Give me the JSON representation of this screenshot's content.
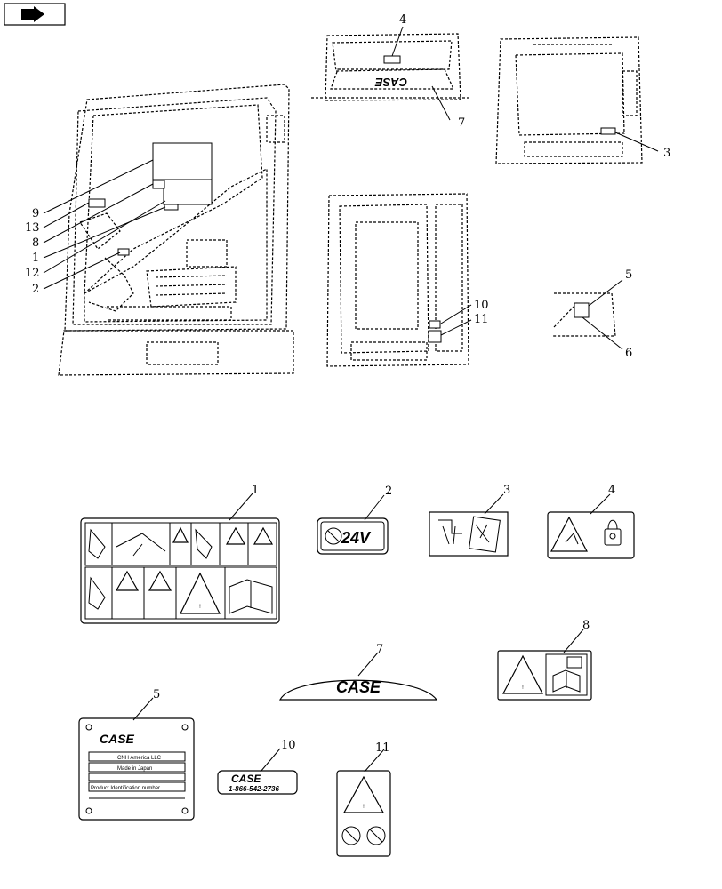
{
  "nav_icon": "forward-arrow-icon",
  "callouts": {
    "c1": "1",
    "c2": "2",
    "c3": "3",
    "c4": "4",
    "c5": "5",
    "c6": "6",
    "c7": "7",
    "c8": "8",
    "c9": "9",
    "c10": "10",
    "c11": "11",
    "c12": "12",
    "c13": "13"
  },
  "decals": {
    "d2_text": "24V",
    "d5_brand": "CASE",
    "d5_company": "CNH America LLC",
    "d5_made": "Made in Japan",
    "d5_pin": "Product Identification number",
    "d7_brand": "CASE",
    "d7_brand_mirror": "CASE",
    "d10_brand": "CASE",
    "d10_phone": "1-866-542-2736"
  }
}
